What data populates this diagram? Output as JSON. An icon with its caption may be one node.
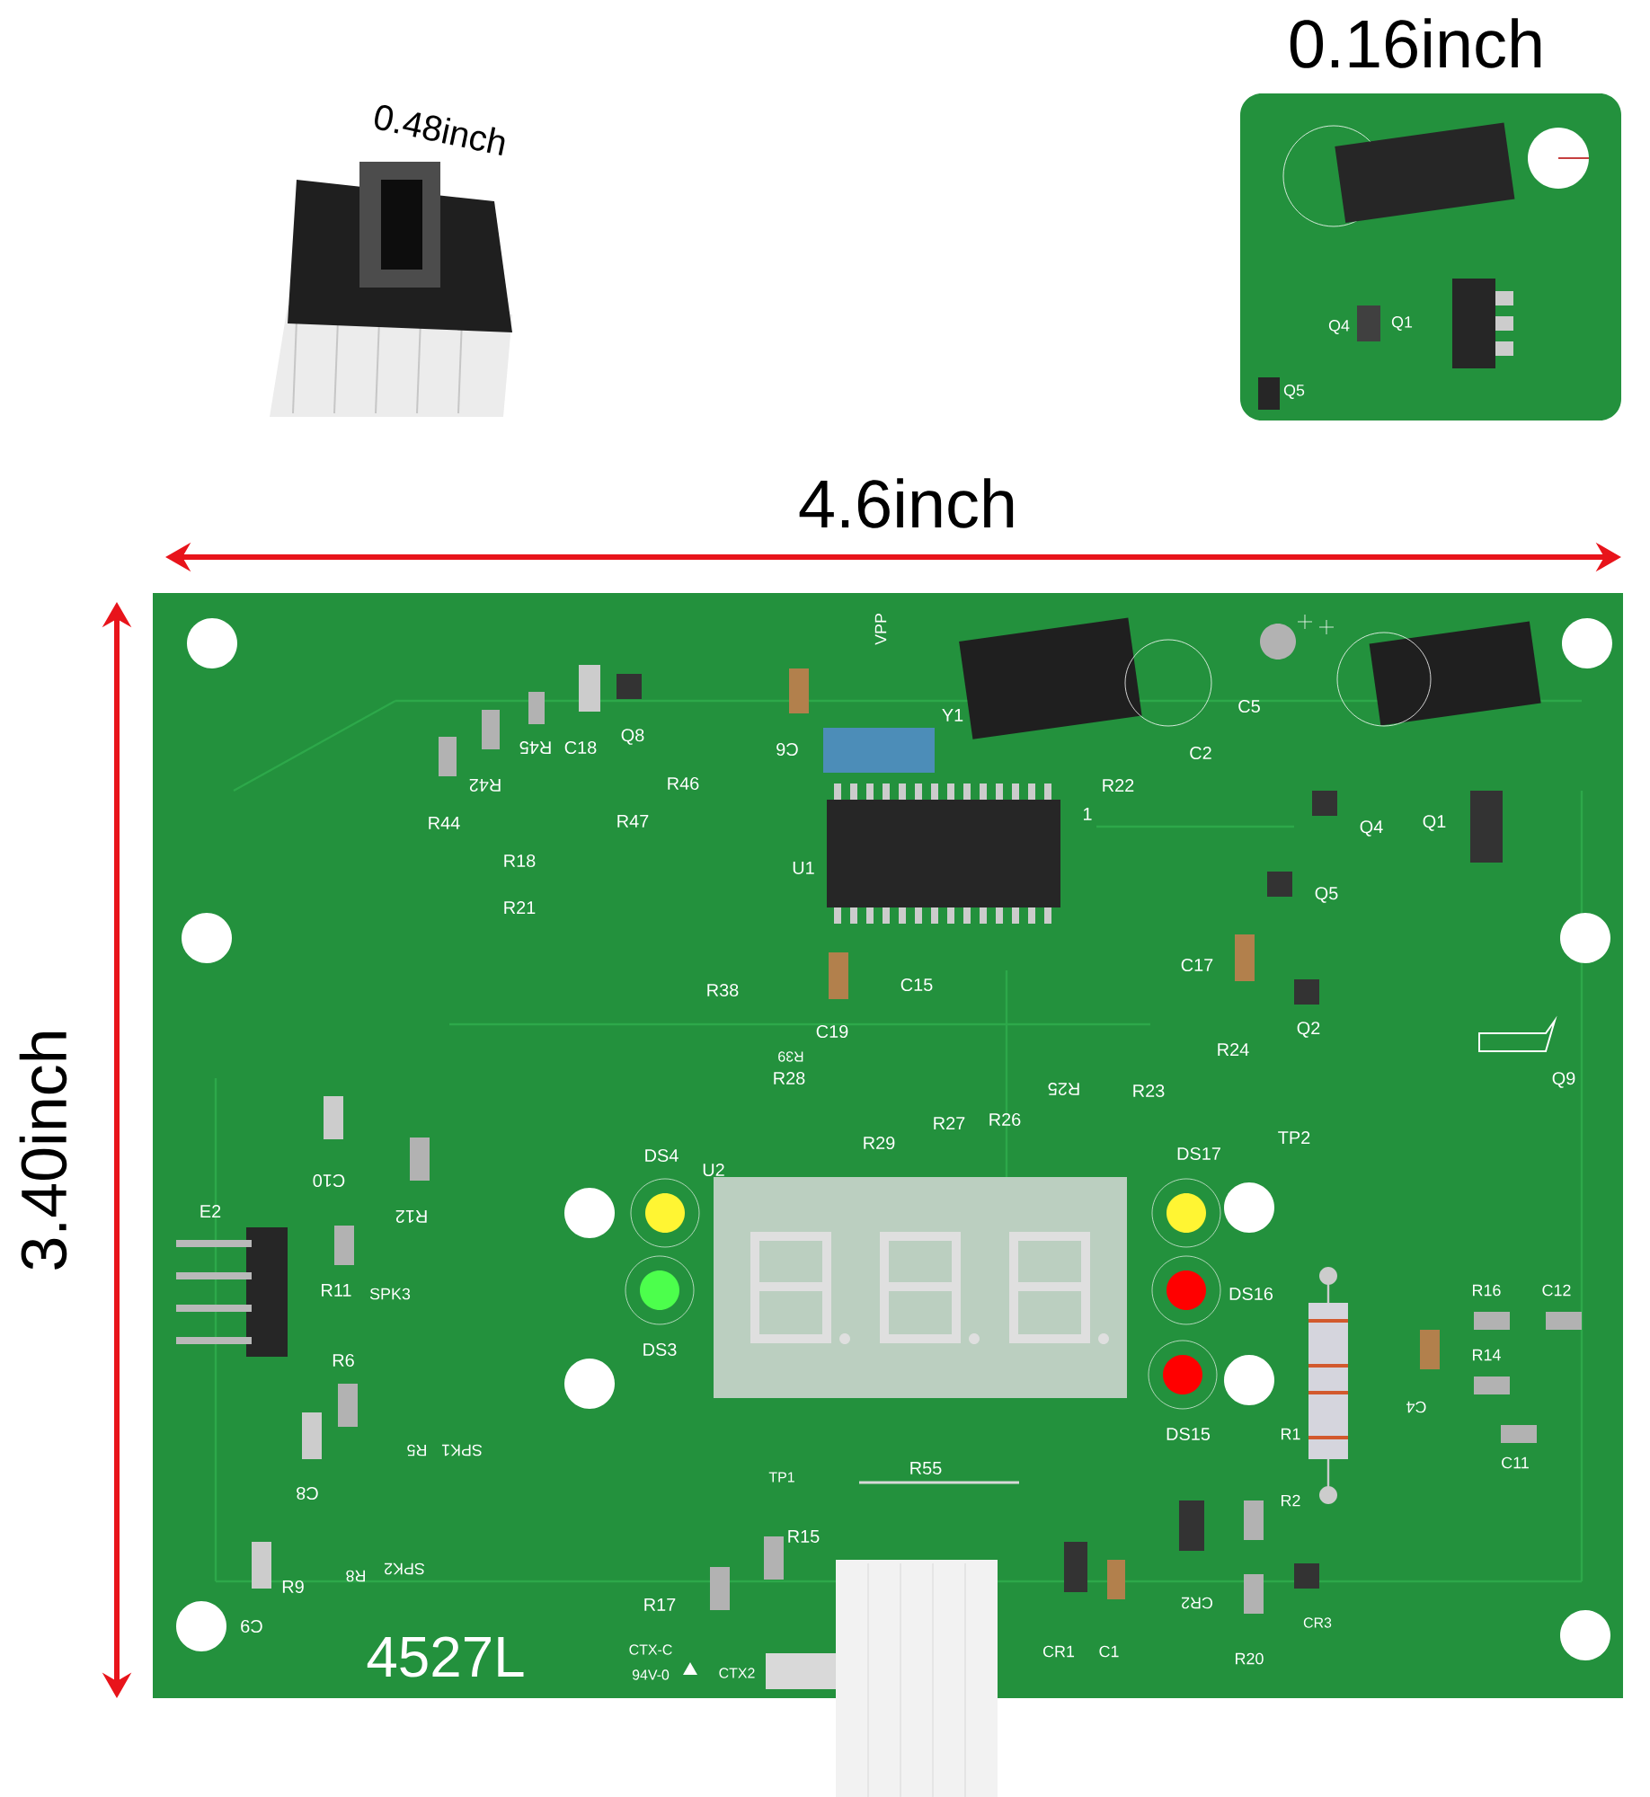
{
  "diagram": {
    "labels": [
      "0.48inch",
      "0.16inch",
      "Q4",
      "Q1",
      "Q5",
      "4.6inch",
      "3.40inch",
      "VPP",
      "R45",
      "C18",
      "Q8",
      "C6",
      "R42",
      "R46",
      "R44",
      "R47",
      "Y1",
      "C2",
      "C5",
      "R22",
      "1",
      "R18",
      "U1",
      "Q4",
      "Q1",
      "R21",
      "Q5",
      "C17",
      "R38",
      "C15",
      "C19",
      "R39",
      "R28",
      "Q2",
      "R24",
      "Q9",
      "R29",
      "R27",
      "R26",
      "R25",
      "R23",
      "TP2",
      "DS4",
      "U2",
      "DS17",
      "C10",
      "R12",
      "E2",
      "R11",
      "SPK3",
      "DS16",
      "R16",
      "C12",
      "DS3",
      "R14",
      "R6",
      "C4",
      "R5",
      "SPK1",
      "DS15",
      "R1",
      "C11",
      "TP1",
      "R55",
      "C8",
      "R2",
      "R15",
      "R8",
      "SPK2",
      "R9",
      "C9",
      "R17",
      "CR2",
      "CR3",
      "4527L",
      "CTX-C",
      "94V-0",
      "CTX2",
      "CR1",
      "C1",
      "R20"
    ]
  }
}
